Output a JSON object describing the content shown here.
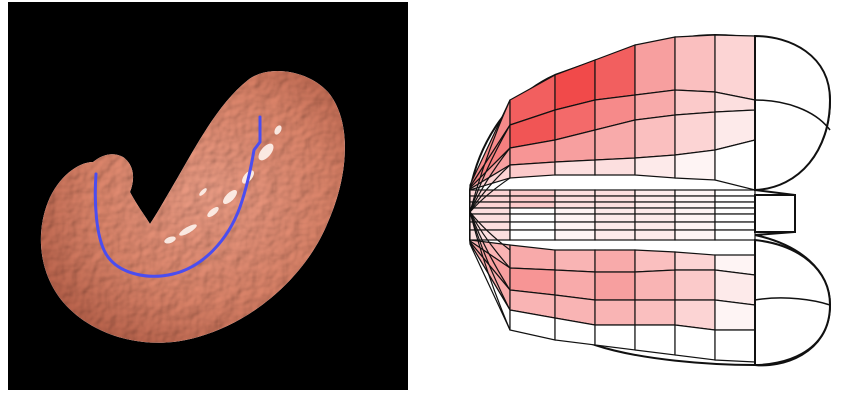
{
  "figure": {
    "panels": [
      {
        "id": "render-3d",
        "description_label": "",
        "colors": {
          "background": "#000000",
          "organ": "#e38a70",
          "organ_shadow": "#b9614a",
          "organ_highlight": "#fff4ee",
          "centerline": "#4b4df0"
        }
      },
      {
        "id": "flattened-map",
        "description_label": "",
        "colors": {
          "background": "#ffffff",
          "grid_line": "#111111",
          "heat_low": "#ffffff",
          "heat_high": "#ee2a2a"
        },
        "heat_levels": [
          [
            0.55,
            0.75,
            0.85,
            0.75,
            0.45,
            0.3,
            0.2
          ],
          [
            0.6,
            0.8,
            0.7,
            0.55,
            0.4,
            0.25,
            0.15
          ],
          [
            0.45,
            0.5,
            0.45,
            0.4,
            0.3,
            0.2,
            0.1
          ],
          [
            0.2,
            0.25,
            0.15,
            0.15,
            0.1,
            0.05,
            0.0
          ],
          [
            0.15,
            0.0,
            0.05,
            0.1,
            0.1,
            0.05,
            0.0
          ],
          [
            0.35,
            0.4,
            0.35,
            0.4,
            0.3,
            0.2,
            0.05
          ],
          [
            0.45,
            0.5,
            0.4,
            0.45,
            0.35,
            0.25,
            0.1
          ],
          [
            0.4,
            0.35,
            0.35,
            0.35,
            0.3,
            0.2,
            0.05
          ]
        ]
      }
    ]
  }
}
